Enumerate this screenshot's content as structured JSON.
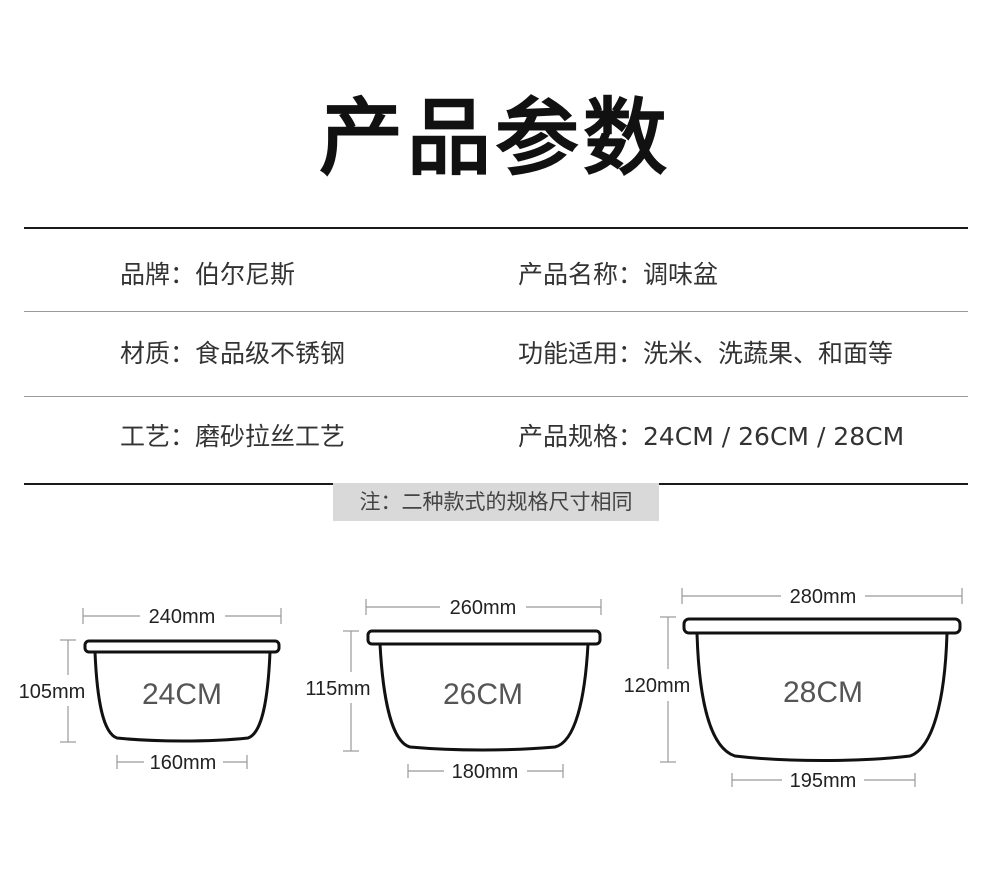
{
  "title": "产品参数",
  "params": {
    "brand": "品牌：伯尔尼斯",
    "name": "产品名称：调味盆",
    "material": "材质：食品级不锈钢",
    "function": "功能适用：洗米、洗蔬果、和面等",
    "craft": "工艺：磨砂拉丝工艺",
    "spec": "产品规格：24CM / 26CM / 28CM"
  },
  "note": "注：二种款式的规格尺寸相同",
  "bowls": [
    {
      "label": "24CM",
      "top_width": "240mm",
      "height": "105mm",
      "bottom_width": "160mm"
    },
    {
      "label": "26CM",
      "top_width": "260mm",
      "height": "115mm",
      "bottom_width": "180mm"
    },
    {
      "label": "28CM",
      "top_width": "280mm",
      "height": "120mm",
      "bottom_width": "195mm"
    }
  ]
}
